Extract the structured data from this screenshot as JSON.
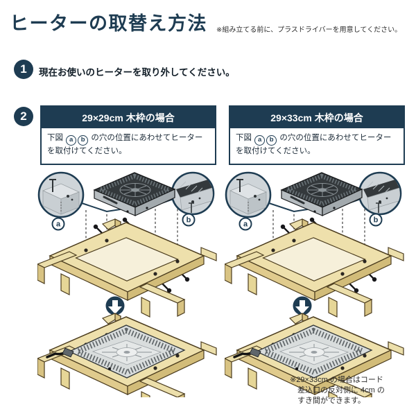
{
  "header": {
    "title": "ヒーターの取替え方法",
    "note": "※組み立てる前に、プラスドライバーを用意してください。"
  },
  "step1": {
    "number": "1",
    "text": "現在お使いのヒーターを取り外してください。"
  },
  "step2": {
    "number": "2"
  },
  "panels": {
    "left": {
      "header": "29×29cm 木枠の場合",
      "body_prefix": "下図 ",
      "label_a": "a",
      "label_b": "b",
      "body_suffix": " の穴の位置にあわせてヒーターを取付けてください。"
    },
    "right": {
      "header": "29×33cm 木枠の場合",
      "body_prefix": "下図 ",
      "label_a": "a",
      "label_b": "b",
      "body_suffix": " の穴の位置にあわせてヒーターを取付けてください。"
    }
  },
  "figure": {
    "callout_a": "a",
    "callout_b": "b"
  },
  "footnote": "※29×33cm の場合はコード\n　差込口の反対側に 4cm の\n　すき間ができます。",
  "colors": {
    "navy": "#1e3c52",
    "wood_light": "#eee0ac",
    "wood_mid": "#d8c383",
    "heater_dark": "#34393c",
    "grille_gray": "#d9dddd"
  }
}
